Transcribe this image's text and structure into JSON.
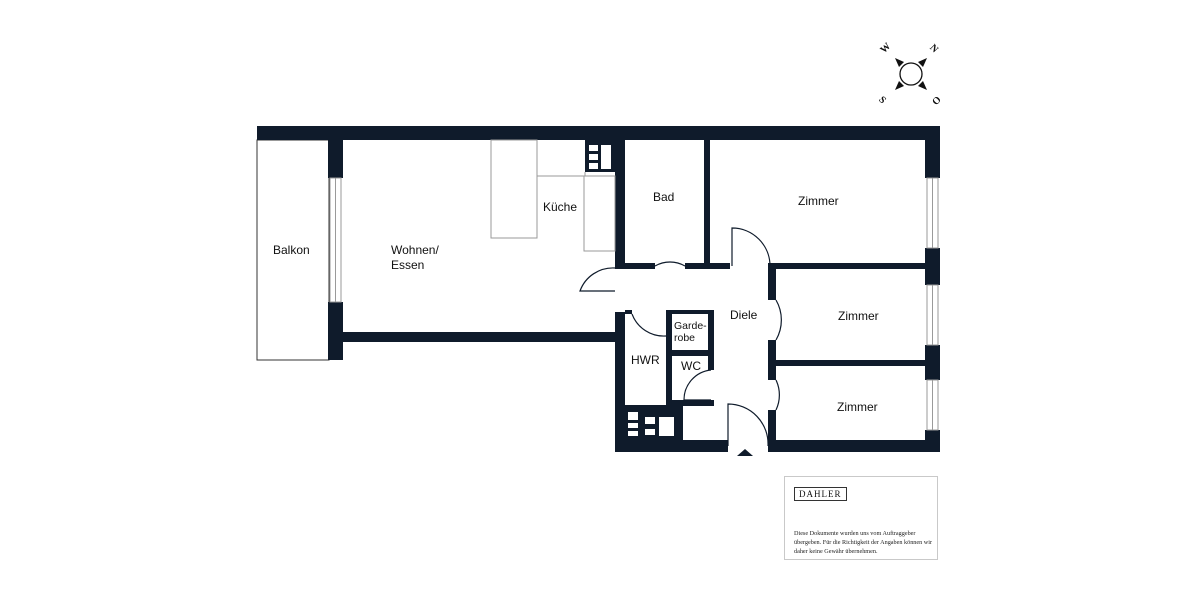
{
  "rooms": {
    "balkon": "Balkon",
    "wohnen_line1": "Wohnen/",
    "wohnen_line2": "Essen",
    "kueche": "Küche",
    "bad": "Bad",
    "zimmer1": "Zimmer",
    "zimmer2": "Zimmer",
    "zimmer3": "Zimmer",
    "diele": "Diele",
    "garderobe_line1": "Garde-",
    "garderobe_line2": "robe",
    "hwr": "HWR",
    "wc": "WC"
  },
  "compass": {
    "n": "N",
    "o": "O",
    "s": "S",
    "w": "W"
  },
  "disclaimer": {
    "logo": "DAHLER",
    "text": "Diese Dokumente wurden uns vom Auftraggeber übergeben. Für die Richtigkeit der Angaben können wir daher keine Gewähr übernehmen."
  },
  "colors": {
    "walls": "#0f1b2b"
  }
}
